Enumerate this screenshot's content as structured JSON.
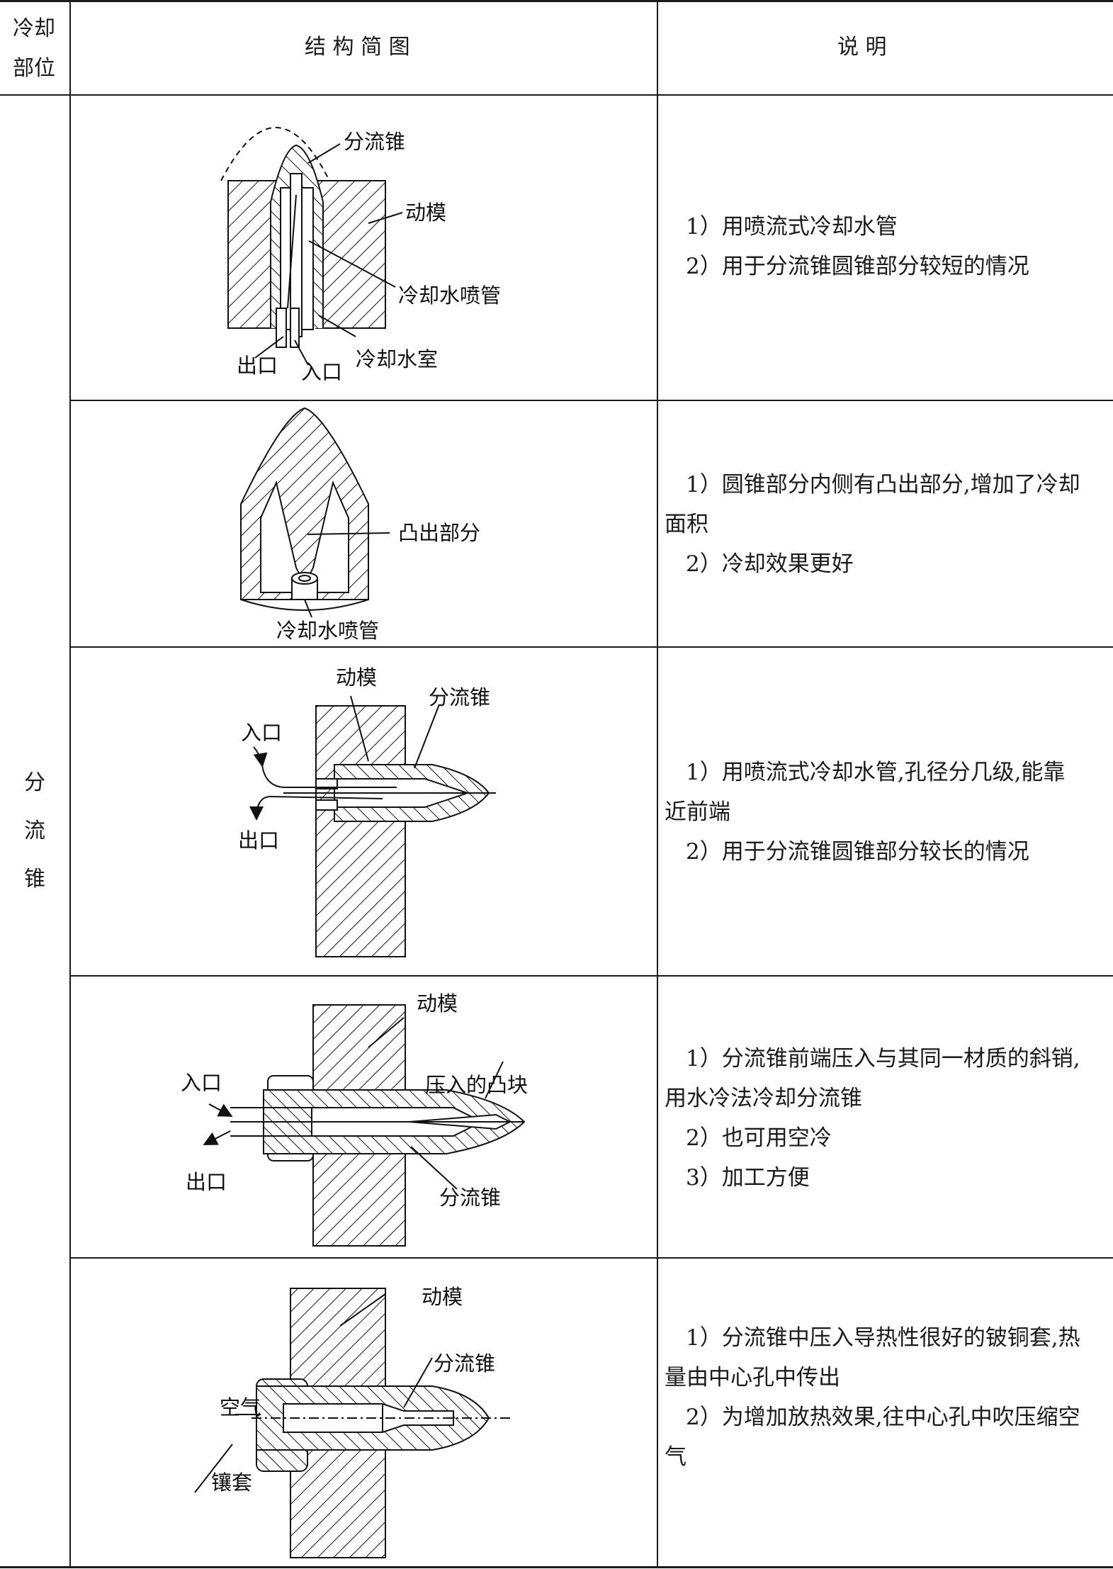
{
  "header": {
    "col1": [
      "冷却",
      "部位"
    ],
    "col2": "结 构 简 图",
    "col3": "说      明"
  },
  "section_label": [
    "分",
    "流",
    "锥"
  ],
  "rows": [
    {
      "labels": {
        "a": "分流锥",
        "b": "动模",
        "c": "冷却水喷管",
        "d": "出口",
        "e": "入口",
        "f": "冷却水室"
      },
      "desc": [
        {
          "text": "1）用喷流式冷却水管",
          "cont": false
        },
        {
          "text": "2）用于分流锥圆锥部分较短的情况",
          "cont": false
        }
      ]
    },
    {
      "labels": {
        "a": "凸出部分",
        "b": "冷却水喷管"
      },
      "desc": [
        {
          "text": "1）圆锥部分内侧有凸出部分,增加了冷却",
          "cont": false
        },
        {
          "text": "面积",
          "cont": true
        },
        {
          "text": "2）冷却效果更好",
          "cont": false
        }
      ]
    },
    {
      "labels": {
        "a": "动模",
        "b": "入口",
        "c": "分流锥",
        "d": "出口"
      },
      "desc": [
        {
          "text": "1）用喷流式冷却水管,孔径分几级,能靠",
          "cont": false
        },
        {
          "text": "近前端",
          "cont": true
        },
        {
          "text": "2）用于分流锥圆锥部分较长的情况",
          "cont": false
        }
      ]
    },
    {
      "labels": {
        "a": "动模",
        "b": "入口",
        "c": "压入的凸块",
        "d": "出口",
        "e": "分流锥"
      },
      "desc": [
        {
          "text": "1）分流锥前端压入与其同一材质的斜销,",
          "cont": false
        },
        {
          "text": "用水冷法冷却分流锥",
          "cont": true
        },
        {
          "text": "2）也可用空冷",
          "cont": false
        },
        {
          "text": "3）加工方便",
          "cont": false
        }
      ]
    },
    {
      "labels": {
        "a": "动模",
        "b": "分流锥",
        "c": "空气",
        "d": "镶套"
      },
      "desc": [
        {
          "text": "1）分流锥中压入导热性很好的铍铜套,热",
          "cont": false
        },
        {
          "text": "量由中心孔中传出",
          "cont": true
        },
        {
          "text": "2）为增加放热效果,往中心孔中吹压缩空",
          "cont": false
        },
        {
          "text": "气",
          "cont": true
        }
      ]
    }
  ]
}
